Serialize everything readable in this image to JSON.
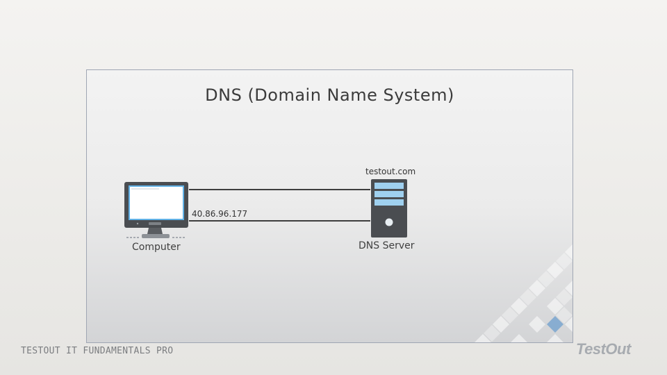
{
  "slide": {
    "title": "DNS (Domain Name System)"
  },
  "diagram": {
    "computer_label": "Computer",
    "server_label": "DNS Server",
    "domain_request": "testout.com",
    "ip_response": "40.86.96.177"
  },
  "footer": {
    "course_name": "TESTOUT IT FUNDAMENTALS PRO",
    "brand": "TestOut"
  },
  "colors": {
    "line": "#3d3d3d",
    "monitor_frame": "#4a4d51",
    "screen_border": "#61b1e6",
    "server_body": "#4a4d51",
    "server_bay": "#9fd0ef",
    "accent_diamond": "#7aa6cf"
  },
  "icons": {
    "computer": "desktop-computer-icon",
    "server": "server-tower-icon"
  }
}
